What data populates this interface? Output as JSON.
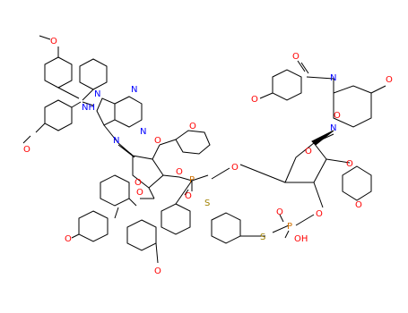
{
  "colors": {
    "oxygen": "#ff0000",
    "nitrogen": "#0000ff",
    "sulfur": "#a08000",
    "phosphorus": "#d07000",
    "bond": "#000000"
  },
  "labels": {
    "methoxy_top": "O",
    "methoxy_left": "O",
    "nh": "NH",
    "n_pur1": "N",
    "n_pur2": "N",
    "n_pur3": "N",
    "n_pur4": "N",
    "o_thp1_link": "O",
    "o_thp1_ring": "O",
    "o_sugar1": "O",
    "o_p1_link": "O",
    "p1": "P",
    "o_p1_double": "O",
    "s1": "S",
    "o_bridge": "O",
    "o_ch2_trityl": "O",
    "methoxy_dmt1": "O",
    "methoxy_dmt2": "O",
    "methoxy_benzoyl": "O",
    "o_benzoyl": "O",
    "n_ura1": "N",
    "o_ura1": "O",
    "o_ura2": "O",
    "n_ura2": "N",
    "o_sugar2": "O",
    "o_thp2_link": "O",
    "o_thp2_ring": "O",
    "o_p2_link": "O",
    "p2": "P",
    "o_p2_double": "O",
    "oh": "OH",
    "s2": "S"
  }
}
